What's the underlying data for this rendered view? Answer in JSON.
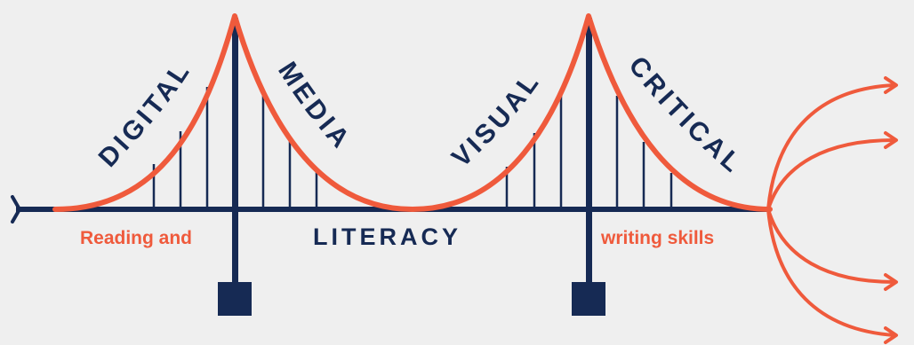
{
  "labels": {
    "digital": "DIGITAL",
    "media": "MEDIA",
    "visual": "VISUAL",
    "critical": "CRITICAL",
    "literacy": "LITERACY",
    "reading": "Reading and",
    "writing": "writing skills"
  },
  "colors": {
    "navy": "#162a54",
    "orange": "#ef5a3c",
    "background": "#efefef"
  }
}
